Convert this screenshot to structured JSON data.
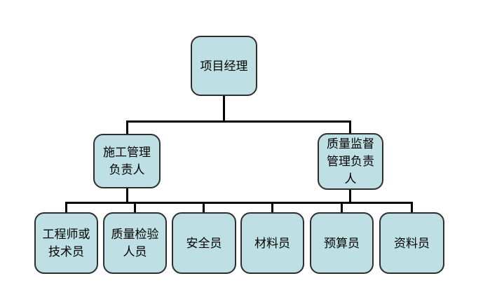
{
  "diagram": {
    "type": "org-chart",
    "levels": 3
  },
  "nodes": {
    "root": {
      "label": "项目经理",
      "role": "project-manager"
    },
    "level2": [
      {
        "label": "施工管理\n负责人",
        "role": "construction-management-leader"
      },
      {
        "label": "质量监督\n管理负责\n人",
        "role": "quality-supervision-management-leader"
      }
    ],
    "level3": [
      {
        "label": "工程师或\n技术员",
        "role": "engineer-or-technician"
      },
      {
        "label": "质量检验\n人员",
        "role": "quality-inspection-personnel"
      },
      {
        "label": "安全员",
        "role": "safety-officer"
      },
      {
        "label": "材料员",
        "role": "material-officer"
      },
      {
        "label": "预算员",
        "role": "budget-officer"
      },
      {
        "label": "资料员",
        "role": "document-officer"
      }
    ]
  },
  "colors": {
    "box_fill": "#bedfe3",
    "box_border": "#2e2e2e",
    "line_color": "#000000",
    "bg": "#ffffff",
    "text_color": "#000000"
  }
}
